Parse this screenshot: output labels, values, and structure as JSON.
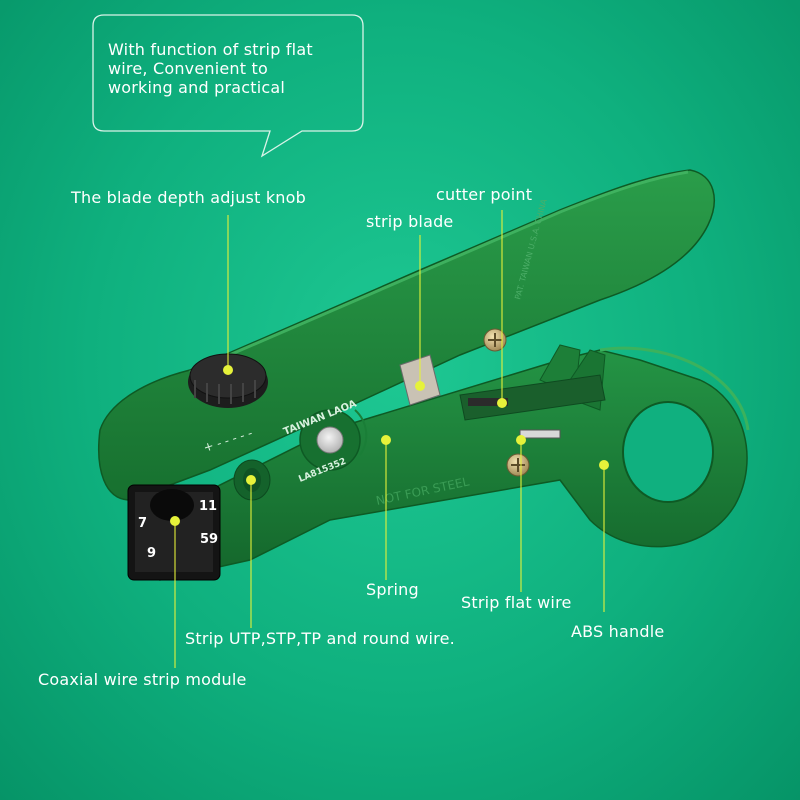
{
  "callout": {
    "text_line1": "With function of strip flat",
    "text_line2": "wire, Convenient to",
    "text_line3": "working and practical"
  },
  "labels": {
    "depth_knob": "The blade depth adjust knob",
    "strip_blade": "strip blade",
    "cutter_point": "cutter point",
    "spring": "Spring",
    "strip_flat_wire": "Strip flat wire",
    "strip_utp": "Strip UTP,STP,TP and round wire.",
    "abs_handle": "ABS handle",
    "coaxial": "Coaxial wire strip module"
  },
  "tool_markings": {
    "brand": "TAIWAN LAOA",
    "model": "LA815352",
    "warning": "NOT FOR STEEL",
    "pat": "PAT. TAIWAN U.S.A. CHINA",
    "module_top_right": "11",
    "module_top_left": "7",
    "module_bottom_left": "9",
    "module_bottom_right": "59",
    "plus_minus": "+ - - - - -"
  },
  "colors": {
    "background": "#10b07f",
    "tool_green": "#1f8a3f",
    "tool_dark": "#156b2e",
    "marker": "#e6f23a",
    "text": "#ffffff"
  }
}
